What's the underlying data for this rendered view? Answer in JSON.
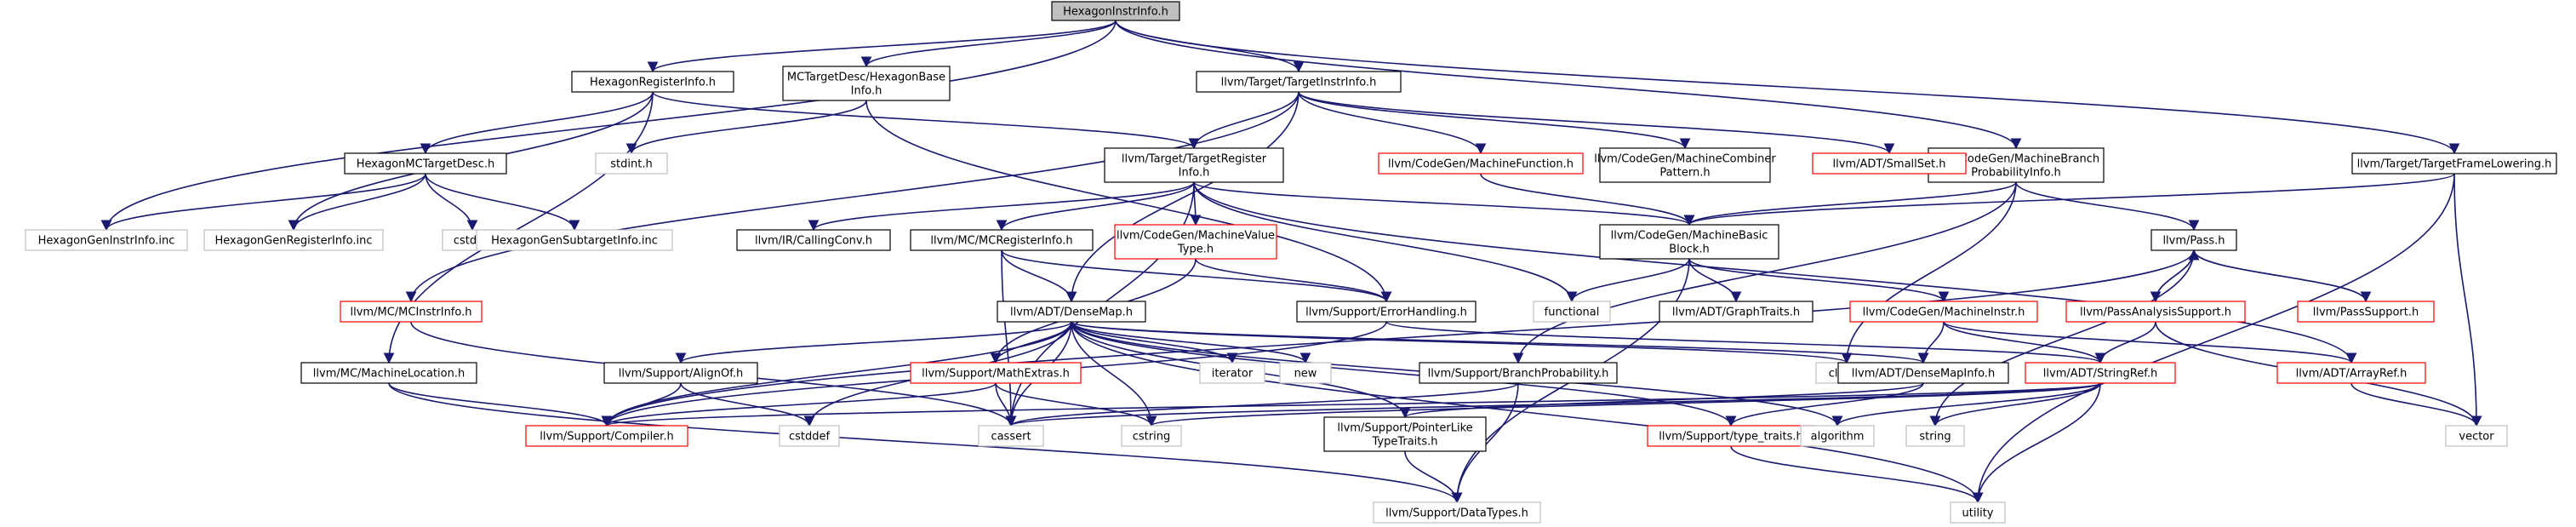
{
  "diagram": {
    "nodes": [
      {
        "id": "root",
        "lines": [
          "HexagonInstrInfo.h"
        ],
        "style": "root"
      },
      {
        "id": "hri",
        "lines": [
          "HexagonRegisterInfo.h"
        ],
        "style": "black"
      },
      {
        "id": "mchbi",
        "lines": [
          "MCTargetDesc/HexagonBase",
          "Info.h"
        ],
        "style": "black"
      },
      {
        "id": "tii",
        "lines": [
          "llvm/Target/TargetInstrInfo.h"
        ],
        "style": "black"
      },
      {
        "id": "mbpi",
        "lines": [
          "llvm/CodeGen/MachineBranch",
          "ProbabilityInfo.h"
        ],
        "style": "black"
      },
      {
        "id": "tfl",
        "lines": [
          "llvm/Target/TargetFrameLowering.h"
        ],
        "style": "black"
      },
      {
        "id": "hmctd",
        "lines": [
          "HexagonMCTargetDesc.h"
        ],
        "style": "black"
      },
      {
        "id": "stdinth",
        "lines": [
          "stdint.h"
        ],
        "style": "gray"
      },
      {
        "id": "tri",
        "lines": [
          "llvm/Target/TargetRegister",
          "Info.h"
        ],
        "style": "black"
      },
      {
        "id": "mfun",
        "lines": [
          "llvm/CodeGen/MachineFunction.h"
        ],
        "style": "red"
      },
      {
        "id": "mcp",
        "lines": [
          "llvm/CodeGen/MachineCombiner",
          "Pattern.h"
        ],
        "style": "black"
      },
      {
        "id": "smallset",
        "lines": [
          "llvm/ADT/SmallSet.h"
        ],
        "style": "red"
      },
      {
        "id": "hgii",
        "lines": [
          "HexagonGenInstrInfo.inc"
        ],
        "style": "gray"
      },
      {
        "id": "hgri",
        "lines": [
          "HexagonGenRegisterInfo.inc"
        ],
        "style": "gray"
      },
      {
        "id": "cstdint",
        "lines": [
          "cstdint"
        ],
        "style": "gray"
      },
      {
        "id": "hgsi",
        "lines": [
          "HexagonGenSubtargetInfo.inc"
        ],
        "style": "gray"
      },
      {
        "id": "callconv",
        "lines": [
          "llvm/IR/CallingConv.h"
        ],
        "style": "black"
      },
      {
        "id": "mcri",
        "lines": [
          "llvm/MC/MCRegisterInfo.h"
        ],
        "style": "black"
      },
      {
        "id": "mvt",
        "lines": [
          "llvm/CodeGen/MachineValue",
          "Type.h"
        ],
        "style": "red"
      },
      {
        "id": "mbb",
        "lines": [
          "llvm/CodeGen/MachineBasic",
          "Block.h"
        ],
        "style": "black"
      },
      {
        "id": "pass",
        "lines": [
          "llvm/Pass.h"
        ],
        "style": "black"
      },
      {
        "id": "mcii",
        "lines": [
          "llvm/MC/MCInstrInfo.h"
        ],
        "style": "red"
      },
      {
        "id": "densemap",
        "lines": [
          "llvm/ADT/DenseMap.h"
        ],
        "style": "black"
      },
      {
        "id": "errh",
        "lines": [
          "llvm/Support/ErrorHandling.h"
        ],
        "style": "black"
      },
      {
        "id": "functional",
        "lines": [
          "functional"
        ],
        "style": "gray"
      },
      {
        "id": "graphtraits",
        "lines": [
          "llvm/ADT/GraphTraits.h"
        ],
        "style": "black"
      },
      {
        "id": "minstr",
        "lines": [
          "llvm/CodeGen/MachineInstr.h"
        ],
        "style": "red"
      },
      {
        "id": "pas",
        "lines": [
          "llvm/PassAnalysisSupport.h"
        ],
        "style": "red"
      },
      {
        "id": "ps",
        "lines": [
          "llvm/PassSupport.h"
        ],
        "style": "red"
      },
      {
        "id": "mcml",
        "lines": [
          "llvm/MC/MachineLocation.h"
        ],
        "style": "black"
      },
      {
        "id": "alignof",
        "lines": [
          "llvm/Support/AlignOf.h"
        ],
        "style": "black"
      },
      {
        "id": "mathextras",
        "lines": [
          "llvm/Support/MathExtras.h"
        ],
        "style": "red"
      },
      {
        "id": "iterator",
        "lines": [
          "iterator"
        ],
        "style": "gray"
      },
      {
        "id": "new",
        "lines": [
          "new"
        ],
        "style": "gray"
      },
      {
        "id": "bp",
        "lines": [
          "llvm/Support/BranchProbability.h"
        ],
        "style": "black"
      },
      {
        "id": "climits",
        "lines": [
          "climits"
        ],
        "style": "gray"
      },
      {
        "id": "dmi",
        "lines": [
          "llvm/ADT/DenseMapInfo.h"
        ],
        "style": "black"
      },
      {
        "id": "stringref",
        "lines": [
          "llvm/ADT/StringRef.h"
        ],
        "style": "red"
      },
      {
        "id": "arrayref",
        "lines": [
          "llvm/ADT/ArrayRef.h"
        ],
        "style": "red"
      },
      {
        "id": "compiler",
        "lines": [
          "llvm/Support/Compiler.h"
        ],
        "style": "red"
      },
      {
        "id": "cstddef",
        "lines": [
          "cstddef"
        ],
        "style": "gray"
      },
      {
        "id": "cassert",
        "lines": [
          "cassert"
        ],
        "style": "gray"
      },
      {
        "id": "cstring",
        "lines": [
          "cstring"
        ],
        "style": "gray"
      },
      {
        "id": "pltt",
        "lines": [
          "llvm/Support/PointerLike",
          "TypeTraits.h"
        ],
        "style": "black"
      },
      {
        "id": "typetraits",
        "lines": [
          "llvm/Support/type_traits.h"
        ],
        "style": "red"
      },
      {
        "id": "algorithm",
        "lines": [
          "algorithm"
        ],
        "style": "gray"
      },
      {
        "id": "string",
        "lines": [
          "string"
        ],
        "style": "gray"
      },
      {
        "id": "vector",
        "lines": [
          "vector"
        ],
        "style": "gray"
      },
      {
        "id": "datatypes",
        "lines": [
          "llvm/Support/DataTypes.h"
        ],
        "style": "gray"
      },
      {
        "id": "utility",
        "lines": [
          "utility"
        ],
        "style": "gray"
      }
    ],
    "edges": [
      [
        "root",
        "hri"
      ],
      [
        "root",
        "mchbi"
      ],
      [
        "root",
        "tii"
      ],
      [
        "root",
        "mbpi"
      ],
      [
        "root",
        "tfl"
      ],
      [
        "root",
        "hgii"
      ],
      [
        "hri",
        "hmctd"
      ],
      [
        "hri",
        "tri"
      ],
      [
        "hri",
        "hgri"
      ],
      [
        "hri",
        "mcml"
      ],
      [
        "mchbi",
        "stdinth"
      ],
      [
        "mchbi",
        "errh"
      ],
      [
        "hmctd",
        "hgii"
      ],
      [
        "hmctd",
        "hgri"
      ],
      [
        "hmctd",
        "cstdint"
      ],
      [
        "hmctd",
        "hgsi"
      ],
      [
        "tii",
        "tri"
      ],
      [
        "tii",
        "mfun"
      ],
      [
        "tii",
        "mcp"
      ],
      [
        "tii",
        "smallset"
      ],
      [
        "tii",
        "densemap"
      ],
      [
        "tii",
        "mcii"
      ],
      [
        "tri",
        "callconv"
      ],
      [
        "tri",
        "mcri"
      ],
      [
        "tri",
        "mvt"
      ],
      [
        "tri",
        "mbb"
      ],
      [
        "tri",
        "functional"
      ],
      [
        "tri",
        "cassert"
      ],
      [
        "tri",
        "arrayref"
      ],
      [
        "mfun",
        "mbb"
      ],
      [
        "mbpi",
        "mbb"
      ],
      [
        "mbpi",
        "pass"
      ],
      [
        "mbpi",
        "climits"
      ],
      [
        "mbpi",
        "bp"
      ],
      [
        "tfl",
        "mbb"
      ],
      [
        "tfl",
        "vector"
      ],
      [
        "tfl",
        "utility"
      ],
      [
        "mcri",
        "densemap"
      ],
      [
        "mcri",
        "errh"
      ],
      [
        "mcri",
        "cassert"
      ],
      [
        "mvt",
        "errh"
      ],
      [
        "mvt",
        "mathextras"
      ],
      [
        "mbb",
        "graphtraits"
      ],
      [
        "mbb",
        "minstr"
      ],
      [
        "mbb",
        "functional"
      ],
      [
        "mbb",
        "datatypes"
      ],
      [
        "pass",
        "pas"
      ],
      [
        "pass",
        "ps"
      ],
      [
        "pass",
        "string"
      ],
      [
        "pass",
        "compiler"
      ],
      [
        "pas",
        "pass"
      ],
      [
        "pas",
        "stringref"
      ],
      [
        "pas",
        "vector"
      ],
      [
        "ps",
        "pass"
      ],
      [
        "mcii",
        "cassert"
      ],
      [
        "densemap",
        "alignof"
      ],
      [
        "densemap",
        "mathextras"
      ],
      [
        "densemap",
        "iterator"
      ],
      [
        "densemap",
        "new"
      ],
      [
        "densemap",
        "pltt"
      ],
      [
        "densemap",
        "climits"
      ],
      [
        "densemap",
        "dmi"
      ],
      [
        "densemap",
        "typetraits"
      ],
      [
        "densemap",
        "compiler"
      ],
      [
        "densemap",
        "cstddef"
      ],
      [
        "densemap",
        "cassert"
      ],
      [
        "densemap",
        "cstring"
      ],
      [
        "densemap",
        "algorithm"
      ],
      [
        "densemap",
        "utility"
      ],
      [
        "errh",
        "compiler"
      ],
      [
        "errh",
        "stringref"
      ],
      [
        "minstr",
        "dmi"
      ],
      [
        "minstr",
        "stringref"
      ],
      [
        "minstr",
        "arrayref"
      ],
      [
        "mcml",
        "compiler"
      ],
      [
        "mcml",
        "datatypes"
      ],
      [
        "alignof",
        "compiler"
      ],
      [
        "alignof",
        "cstddef"
      ],
      [
        "mathextras",
        "compiler"
      ],
      [
        "mathextras",
        "cassert"
      ],
      [
        "mathextras",
        "cstring"
      ],
      [
        "bp",
        "datatypes"
      ],
      [
        "bp",
        "cassert"
      ],
      [
        "dmi",
        "pltt"
      ],
      [
        "dmi",
        "typetraits"
      ],
      [
        "stringref",
        "compiler"
      ],
      [
        "stringref",
        "cassert"
      ],
      [
        "stringref",
        "cstring"
      ],
      [
        "stringref",
        "algorithm"
      ],
      [
        "stringref",
        "string"
      ],
      [
        "stringref",
        "utility"
      ],
      [
        "arrayref",
        "vector"
      ],
      [
        "pltt",
        "datatypes"
      ],
      [
        "typetraits",
        "utility"
      ]
    ]
  },
  "colors": {
    "edge": "#191970",
    "black_border": "#000000",
    "red_border": "#ff0000",
    "gray_border": "#bfbfbf",
    "root_fill": "#bfbfbf",
    "node_fill": "#ffffff"
  }
}
